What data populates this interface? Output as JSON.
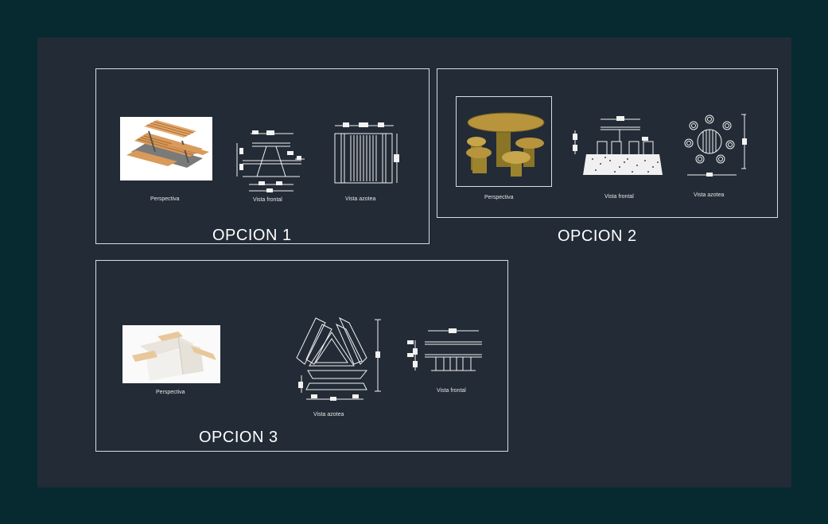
{
  "drawing": {
    "options": [
      {
        "title": "OPCION 1",
        "captions": {
          "perspective": "Perspectiva",
          "front": "Vista frontal",
          "top": "Vista azotea"
        }
      },
      {
        "title": "OPCION 2",
        "captions": {
          "perspective": "Perspectiva",
          "front": "Vista frontal",
          "top": "Vista azotea"
        }
      },
      {
        "title": "OPCION 3",
        "captions": {
          "perspective": "Perspectiva",
          "top": "Vista azotea",
          "front": "Vista frontal"
        }
      }
    ]
  },
  "colors": {
    "outer_background": "#062a30",
    "canvas": "#222b36",
    "linework": "#f2f2f2",
    "wood": "#d99a5a",
    "stone": "#b8943c"
  }
}
